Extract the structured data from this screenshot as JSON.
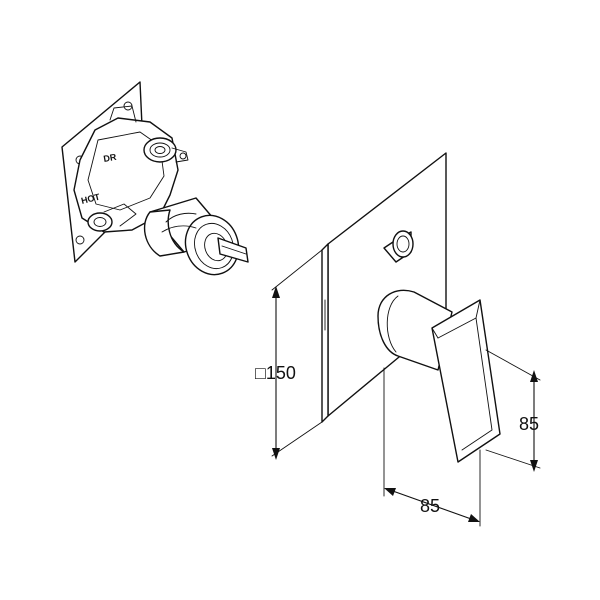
{
  "valve_body": {
    "marking_top": "DR",
    "marking_side": "HOT"
  },
  "dimensions": {
    "plate_size_prefix": "□",
    "plate_size": "150",
    "depth": "85",
    "width": "85"
  }
}
